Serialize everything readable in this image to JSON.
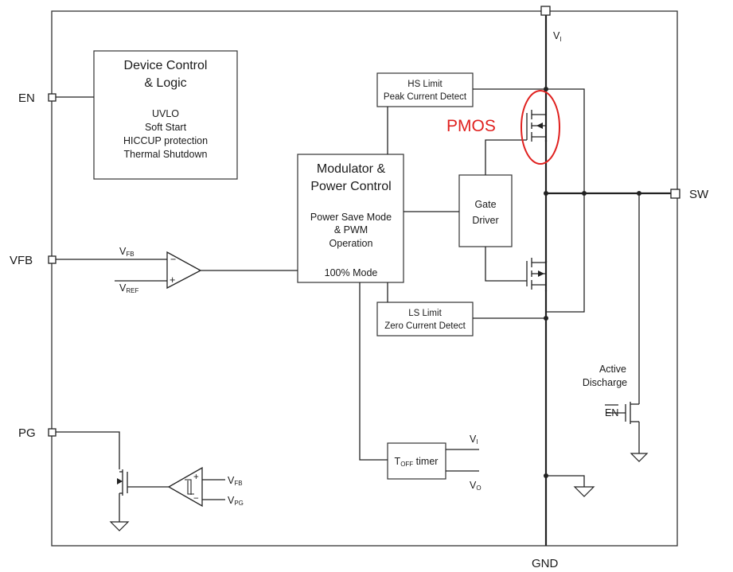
{
  "pins": {
    "en": "EN",
    "vfb": "VFB",
    "pg": "PG",
    "sw": "SW",
    "gnd": "GND",
    "vi": "V",
    "vi_sub": "I"
  },
  "blocks": {
    "device_control": {
      "title_line1": "Device Control",
      "title_line2": "& Logic",
      "items": [
        "UVLO",
        "Soft Start",
        "HICCUP protection",
        "Thermal Shutdown"
      ]
    },
    "modulator": {
      "title_line1": "Modulator &",
      "title_line2": "Power Control",
      "line1": "Power Save Mode",
      "line2": "& PWM",
      "line3": "Operation",
      "mode": "100% Mode"
    },
    "hs_limit": {
      "line1": "HS Limit",
      "line2": "Peak Current Detect"
    },
    "ls_limit": {
      "line1": "LS Limit",
      "line2": "Zero Current Detect"
    },
    "gate_driver": {
      "line1": "Gate",
      "line2": "Driver"
    },
    "toff_timer": {
      "prefix": "T",
      "sub": "OFF",
      "suffix": " timer"
    }
  },
  "signals": {
    "vfb": {
      "main": "V",
      "sub": "FB"
    },
    "vref": {
      "main": "V",
      "sub": "REF"
    },
    "vpg": {
      "main": "V",
      "sub": "PG"
    },
    "vi": {
      "main": "V",
      "sub": "I"
    },
    "vo": {
      "main": "V",
      "sub": "O"
    },
    "minus": "−",
    "plus": "+"
  },
  "active_discharge": {
    "line1": "Active",
    "line2": "Discharge",
    "en_bar": "EN"
  },
  "annotation": {
    "label": "PMOS",
    "color": "#e0211f"
  }
}
